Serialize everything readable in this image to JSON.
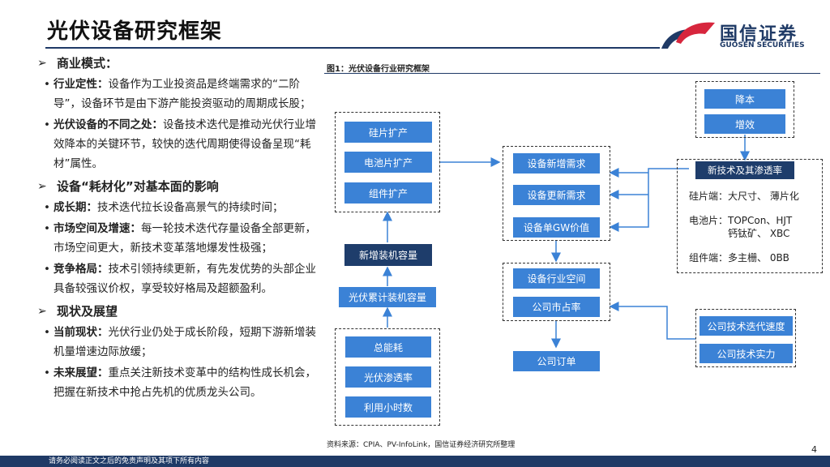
{
  "header": {
    "title": "光伏设备研究框架",
    "logo_cn": "国信证券",
    "logo_en": "GUOSEN SECURITIES"
  },
  "left_panel": {
    "sections": [
      {
        "heading": "商业模式：",
        "bullets": [
          {
            "label": "行业定性：",
            "text": "设备作为工业投资品是终端需求的“二阶导”，设备环节是由下游产能投资驱动的周期成长股；"
          },
          {
            "label": "光伏设备的不同之处：",
            "text": "设备技术迭代是推动光伏行业增效降本的关键环节，较快的迭代周期使得设备呈现“耗材”属性。"
          }
        ]
      },
      {
        "heading": "设备“耗材化”对基本面的影响",
        "bullets": [
          {
            "label": "成长期：",
            "text": "技术迭代拉长设备高景气的持续时间；"
          },
          {
            "label": "市场空间及增速：",
            "text": "每一轮技术迭代存量设备全部更新，市场空间更大，新技术变革落地爆发性极强；"
          },
          {
            "label": "竞争格局：",
            "text": "技术引领持续更新，有先发优势的头部企业具备较强议价权，享受较好格局及超额盈利。"
          }
        ]
      },
      {
        "heading": "现状及展望",
        "bullets": [
          {
            "label": "当前现状：",
            "text": "光伏行业仍处于成长阶段，短期下游新增装机量增速边际放缓；"
          },
          {
            "label": "未来展望：",
            "text": "重点关注新技术变革中的结构性成长机会，把握在新技术中抢占先机的优质龙头公司。"
          }
        ]
      }
    ]
  },
  "figure": {
    "title": "图1：光伏设备行业研究框架",
    "source": "资料来源：CPIA、PV-InfoLink，国信证券经济研究所整理",
    "capacity": [
      "硅片扩产",
      "电池片扩产",
      "组件扩产"
    ],
    "new_install": "新增装机容量",
    "cum_install": "光伏累计装机容量",
    "drivers": [
      "总能耗",
      "光伏渗透率",
      "利用小时数"
    ],
    "demand": [
      "设备新增需求",
      "设备更新需求",
      "设备单GW价值"
    ],
    "industry": [
      "设备行业空间",
      "公司市占率"
    ],
    "order": "公司订单",
    "goals": [
      "降本",
      "增效"
    ],
    "newtech_title": "新技术及其渗透率",
    "newtech_lines": [
      "硅片端：大尺寸、  薄片化",
      "电池片：TOPCon、HJT",
      "钙钛矿、  XBC",
      "组件端：多主栅、   0BB"
    ],
    "company": [
      "公司技术迭代速度",
      "公司技术实力"
    ]
  },
  "footer": {
    "disclaimer": "请务必阅读正文之后的免责声明及其项下所有内容",
    "page": "4"
  },
  "colors": {
    "box_blue": "#3b82d6",
    "box_dark": "#1e3d6b",
    "brand_navy": "#1f3a66",
    "logo_red": "#d7263d"
  }
}
